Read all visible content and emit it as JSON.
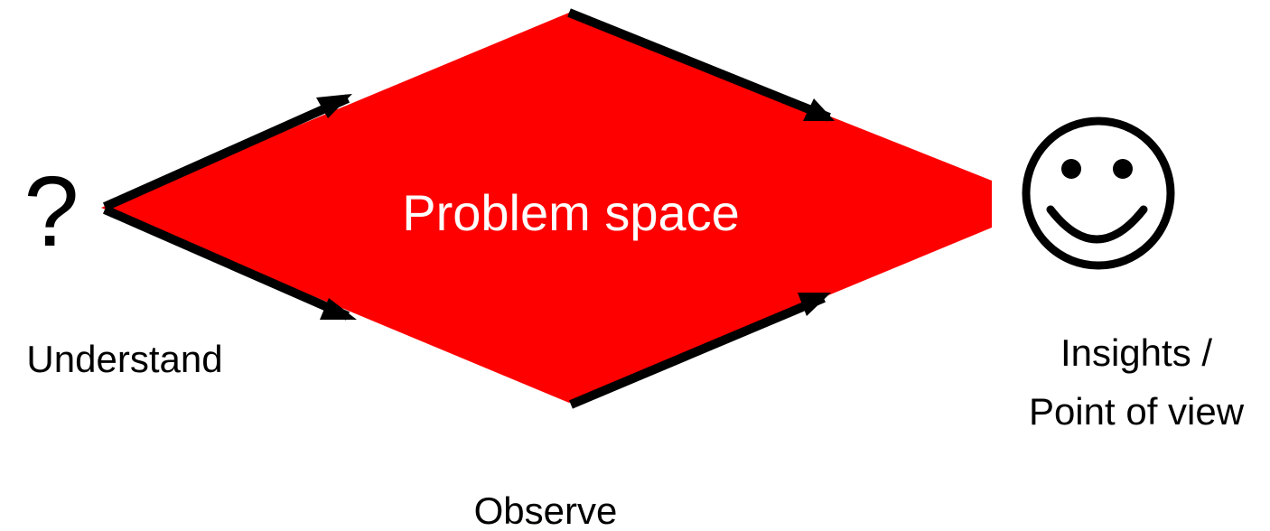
{
  "diagram": {
    "center_label": "Problem space",
    "start_symbol": "?",
    "start_label": "Understand",
    "bottom_label": "Observe",
    "end_label_line1": "Insights /",
    "end_label_line2": "Point of view",
    "end_icon": "smiley-face-icon"
  },
  "colors": {
    "shape_fill": "#ff0000",
    "arrow": "#000000",
    "center_text": "#ffffff",
    "text": "#000000",
    "background": "#ffffff"
  }
}
